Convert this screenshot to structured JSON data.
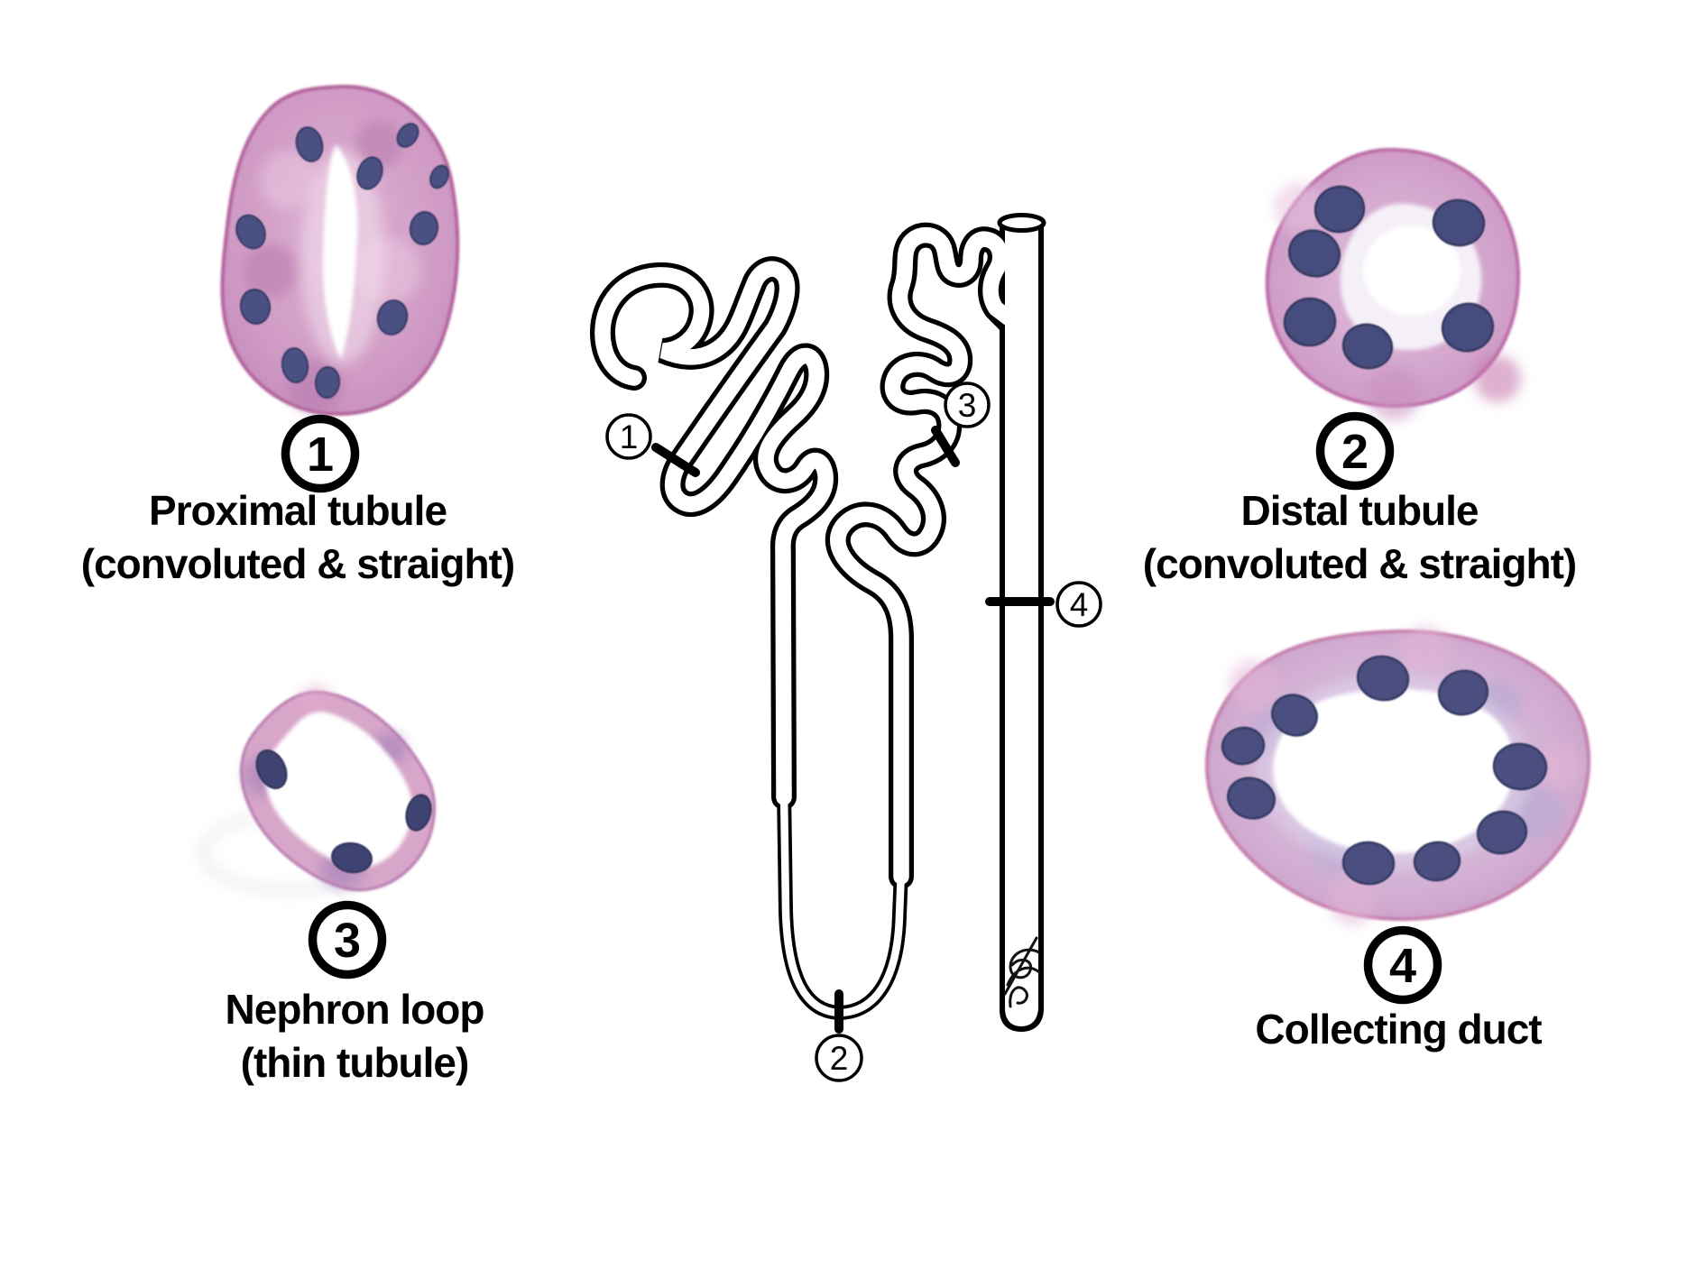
{
  "panels": [
    {
      "number": "1",
      "line1": "Proximal tubule",
      "line2": "(convoluted & straight)"
    },
    {
      "number": "2",
      "line1": "Distal tubule",
      "line2": "(convoluted & straight)"
    },
    {
      "number": "3",
      "line1": "Nephron loop",
      "line2": "(thin tubule)"
    },
    {
      "number": "4",
      "line1": "Collecting duct",
      "line2": ""
    }
  ],
  "diagram": {
    "markers": [
      "1",
      "2",
      "3",
      "4"
    ]
  },
  "colors": {
    "line": "#000000",
    "background": "#ffffff",
    "stain_body": "#cf9ac4",
    "stain_light": "#e6c6e0",
    "stain_rim": "#bb6ba6",
    "nucleus": "#474c7e",
    "lumen": "#ffffff"
  }
}
